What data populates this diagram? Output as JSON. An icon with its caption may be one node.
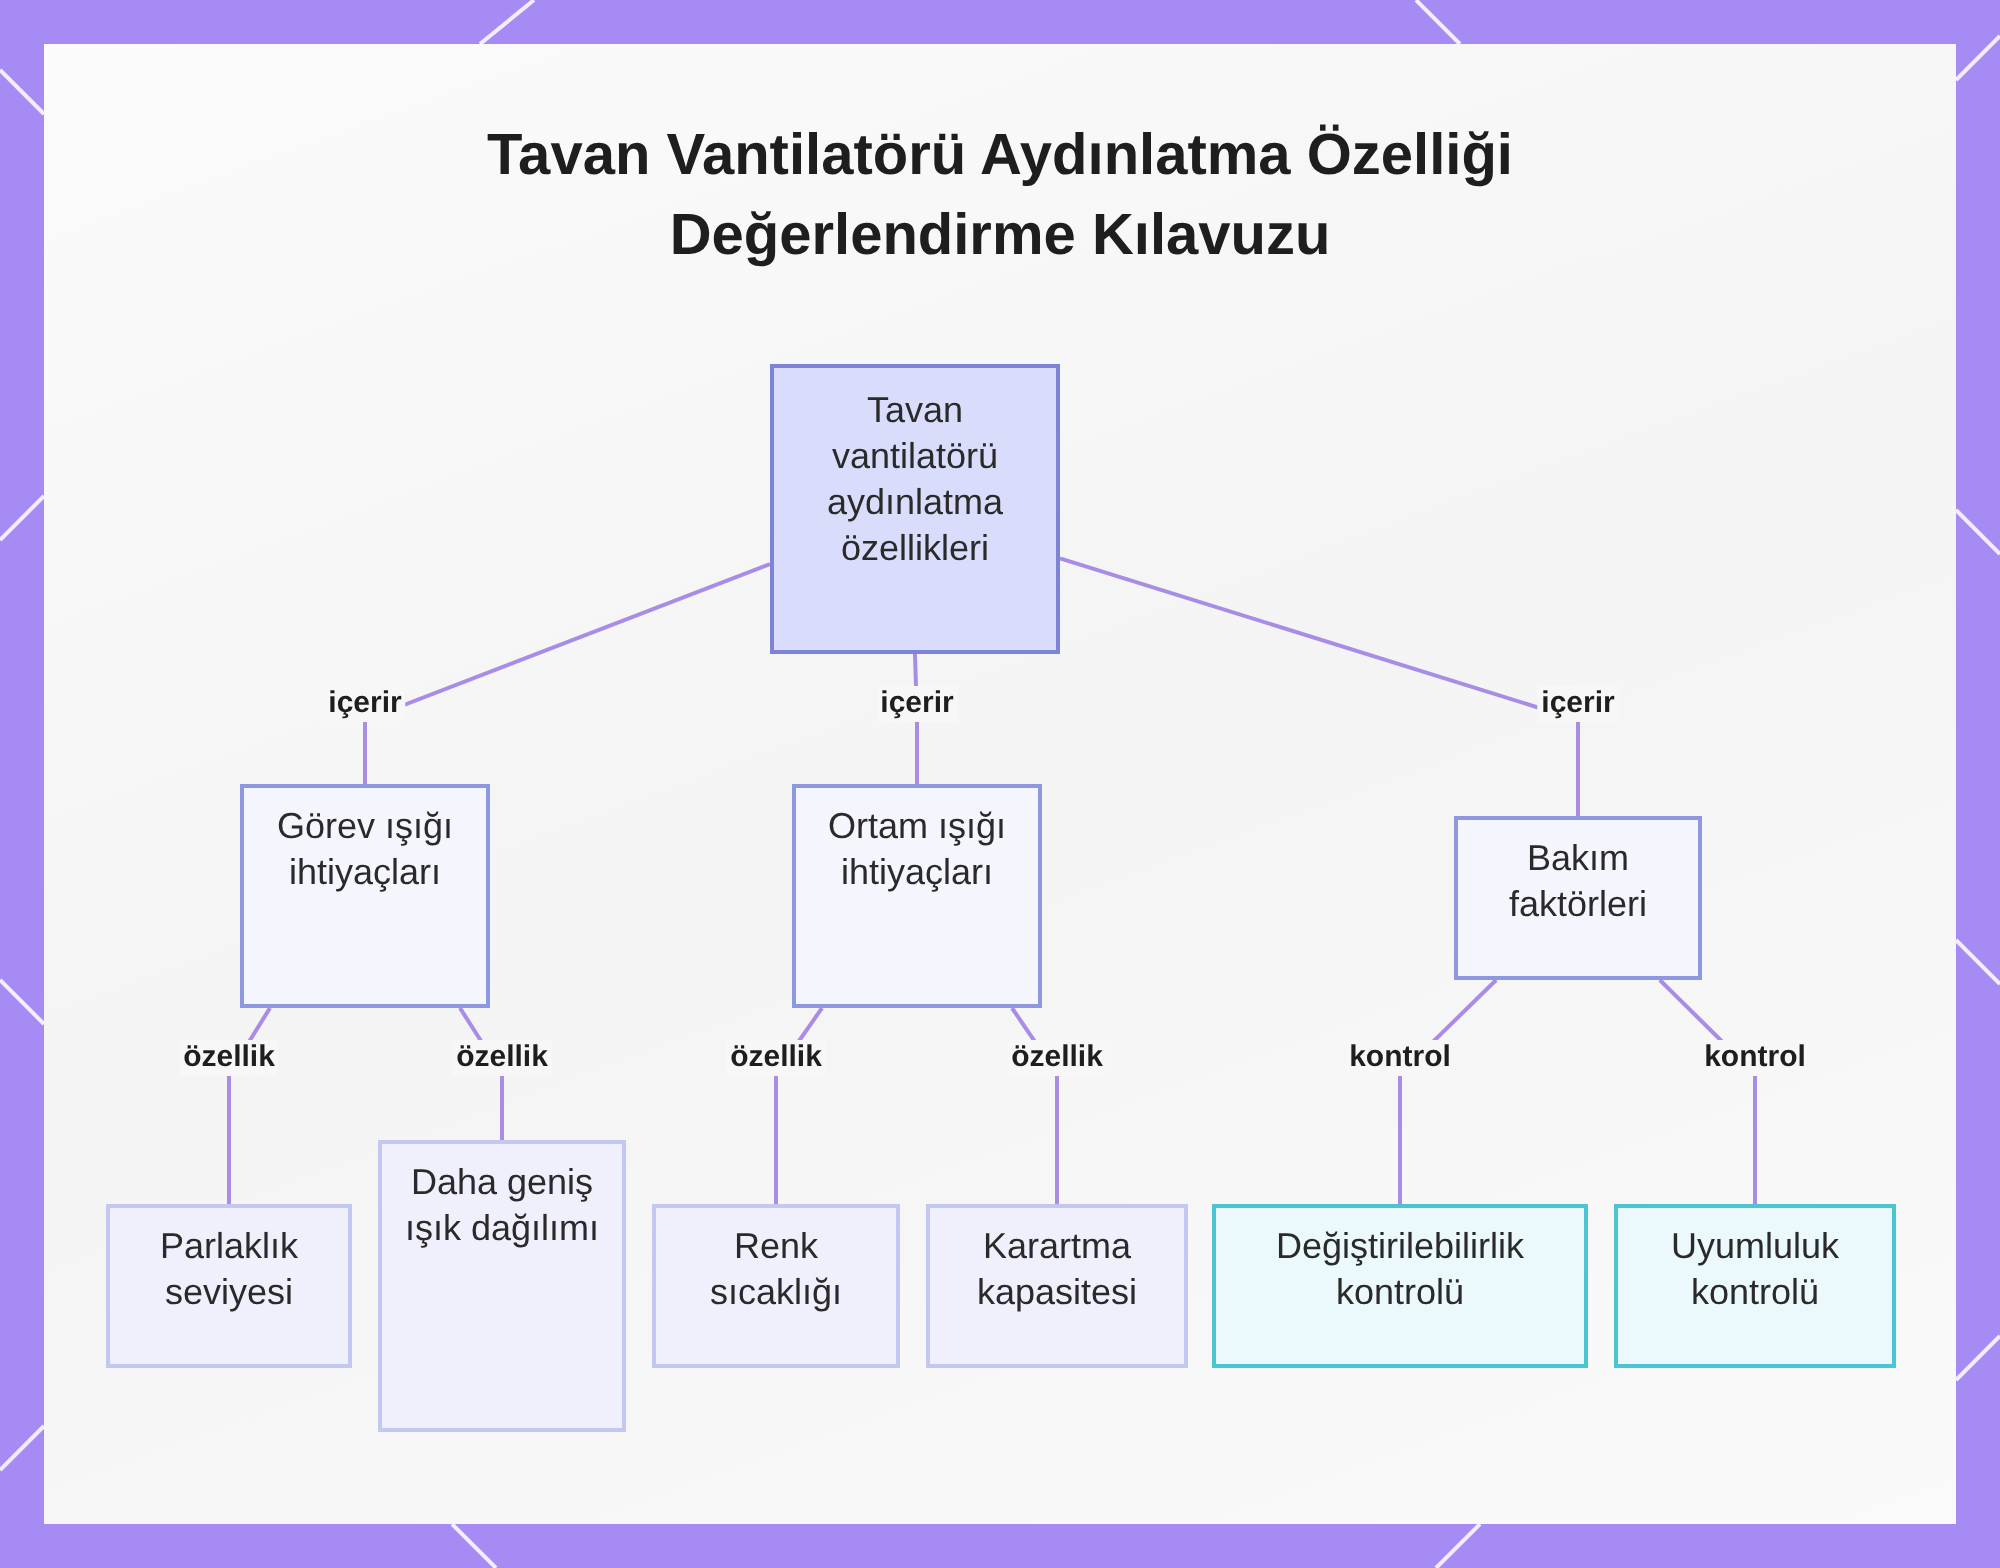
{
  "diagram": {
    "title": "Tavan Vantilatörü Aydınlatma Özelliği Değerlendirme Kılavuzu",
    "nodes": [
      {
        "text": [
          "Tavan vantilatörü aydınlatma özellikleri"
        ]
      },
      {
        "text": [
          "Görev ışığı ihtiyaçları"
        ]
      },
      {
        "text": [
          "Ortam ışığı ihtiyaçları"
        ]
      },
      {
        "text": [
          "Bakım faktörleri"
        ]
      },
      {
        "text": [
          "Parlaklık seviyesi"
        ]
      },
      {
        "text": [
          "Daha geniş ışık dağılımı"
        ]
      },
      {
        "text": [
          "Renk sıcaklığı"
        ]
      },
      {
        "text": [
          "Karartma kapasitesi"
        ]
      },
      {
        "text": [
          "Değiştirilebilirlik kontrolü"
        ]
      },
      {
        "text": [
          "Uyumluluk kontrolü"
        ]
      }
    ],
    "edges": [
      {
        "from": 0,
        "to": 1,
        "arrow": "none",
        "label": "içerir"
      },
      {
        "from": 0,
        "to": 2,
        "arrow": "none",
        "label": "içerir"
      },
      {
        "from": 0,
        "to": 3,
        "arrow": "none",
        "label": "içerir"
      },
      {
        "from": 1,
        "to": 4,
        "arrow": "none",
        "label": "özellik"
      },
      {
        "from": 1,
        "to": 5,
        "arrow": "none",
        "label": "özellik"
      },
      {
        "from": 2,
        "to": 6,
        "arrow": "none",
        "label": "özellik"
      },
      {
        "from": 2,
        "to": 7,
        "arrow": "none",
        "label": "özellik"
      },
      {
        "from": 3,
        "to": 8,
        "arrow": "none",
        "label": "kontrol"
      },
      {
        "from": 3,
        "to": 9,
        "arrow": "none",
        "label": "kontrol"
      }
    ]
  }
}
